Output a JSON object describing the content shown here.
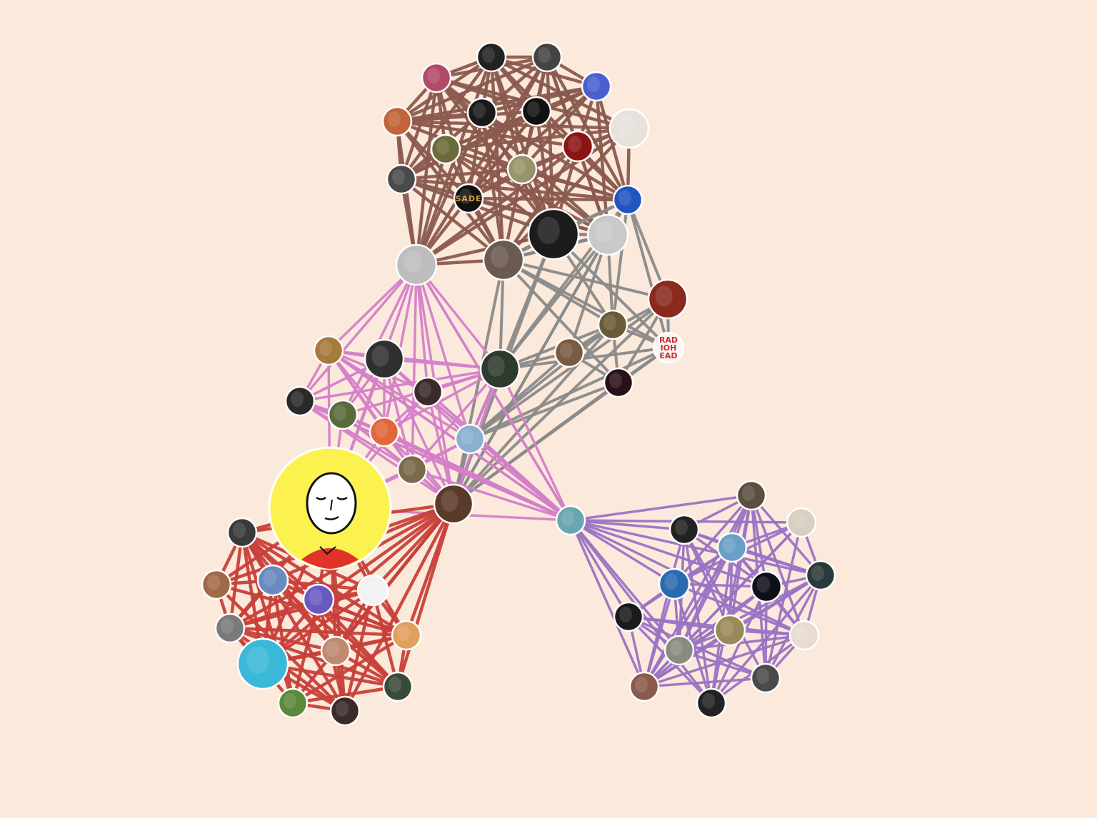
{
  "graph": {
    "background": "#fbeadb",
    "node_stroke": "#ffffff",
    "clusters": [
      {
        "name": "brown",
        "color": "#8b5a4e"
      },
      {
        "name": "gray",
        "color": "#8a8a8a"
      },
      {
        "name": "pink",
        "color": "#d47fc9"
      },
      {
        "name": "red",
        "color": "#c8403a"
      },
      {
        "name": "purple",
        "color": "#9a73c4"
      }
    ],
    "node_texts": {
      "sade": "SADE",
      "radiohead_lines": [
        "RAD",
        "IOH",
        "EAD"
      ]
    },
    "center_avatar": {
      "face_color": "#fcf24f",
      "shirt_color": "#e0342a"
    }
  }
}
